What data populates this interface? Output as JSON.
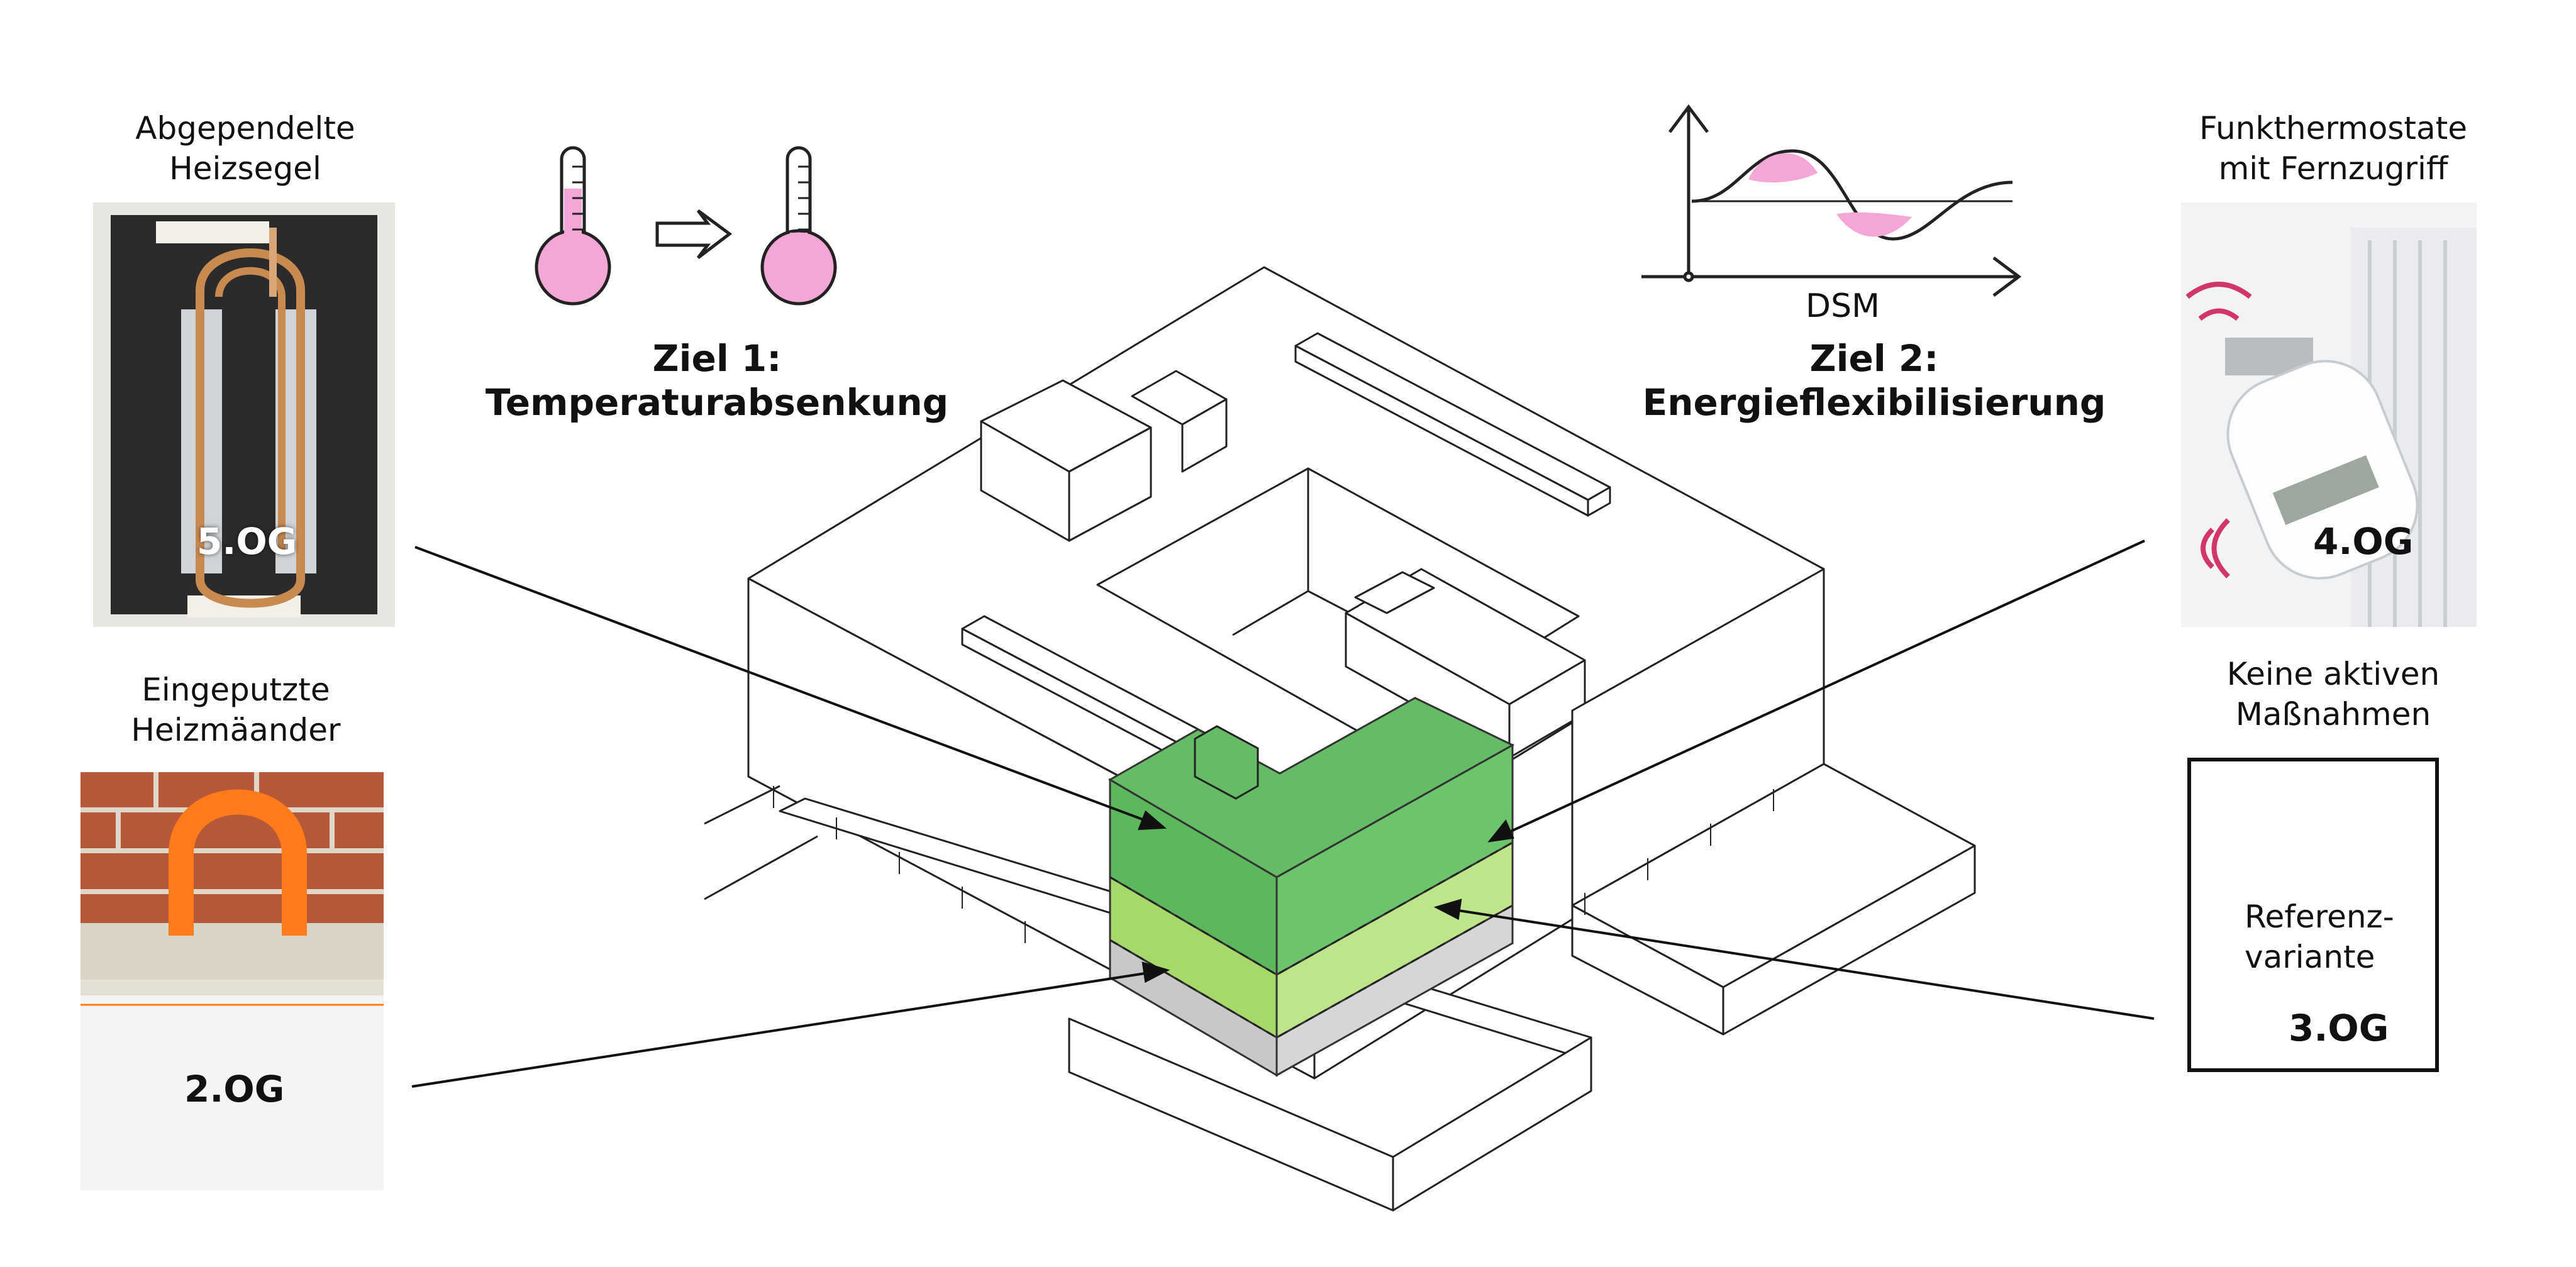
{
  "labels": {
    "heizsegel": "Abgependelte\nHeizsegel",
    "heizmaeander": "Eingeputzte\nHeizmäander",
    "funkthermostate": "Funkthermostate\nmit Fernzugriff",
    "keine_massnahmen": "Keine aktiven\nMaßnahmen"
  },
  "goals": {
    "goal1": "Ziel 1:\nTemperaturabsenkung",
    "goal2": "Ziel 2:\nEnergieflexibilisierung"
  },
  "dsm_label": "DSM",
  "floors": {
    "og5": "5.OG",
    "og4": "4.OG",
    "og3": "3.OG",
    "og2": "2.OG"
  },
  "reference": "Referenz-\nvariante",
  "colors": {
    "floor5": "#5cb85c",
    "floor4": "#a6d96a",
    "floor3": "#c8c8c8",
    "thermo_fill": "#f4a6d7",
    "brick": "#b5583a",
    "pipe": "#ff7a1a",
    "copper": "#c98a50"
  }
}
